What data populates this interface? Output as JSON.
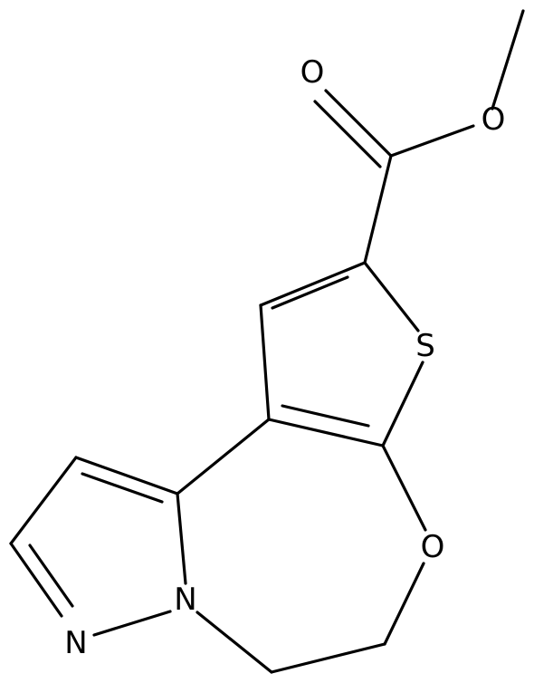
{
  "molecule": {
    "atoms": {
      "carbonyl_oxygen": "O",
      "ester_oxygen": "O",
      "thiophene_sulfur": "S",
      "ring_oxygen": "O",
      "pyrazole_nitrogen_bridge": "N",
      "pyrazole_nitrogen_imine": "N"
    }
  }
}
